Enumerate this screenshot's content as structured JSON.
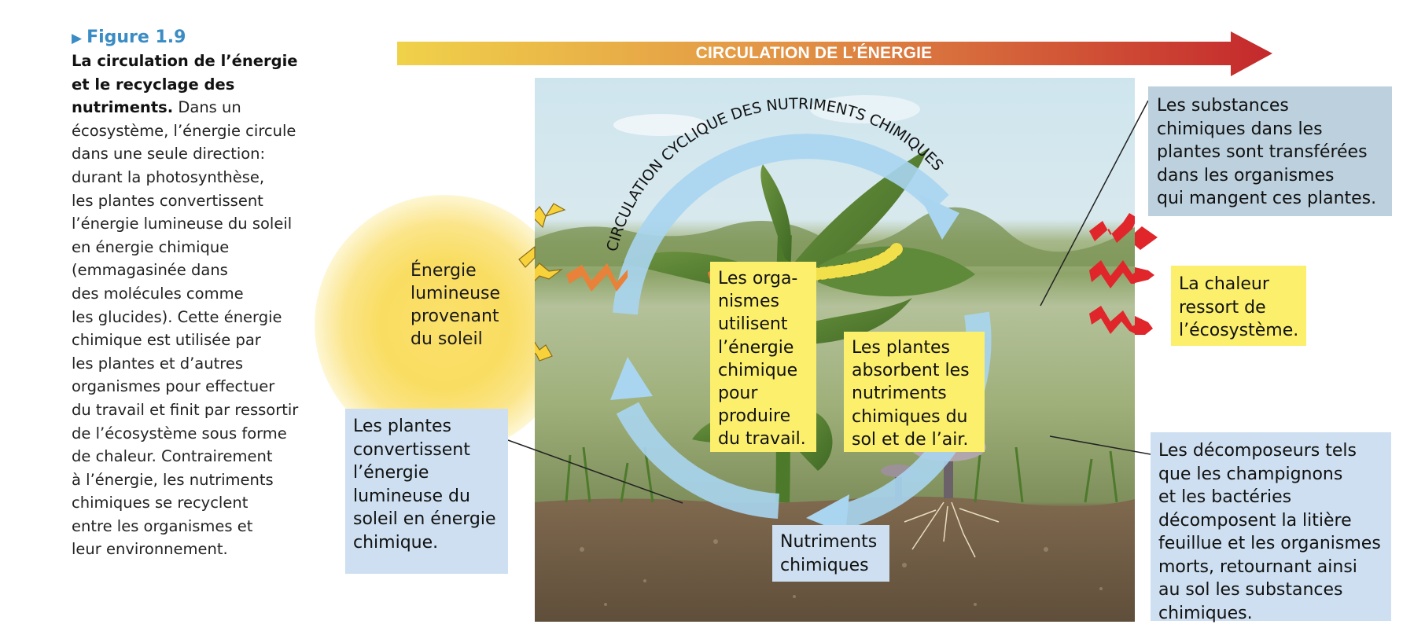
{
  "caption": {
    "figure_label": "Figure 1.9",
    "figure_marker_icon": "right-triangle-icon",
    "title_lines": [
      "La circulation de l’énergie",
      "et le recyclage des",
      "nutriments."
    ],
    "body_first": "Dans un",
    "body_lines": [
      "écosystème, l’énergie circule",
      "dans une seule direction:",
      "durant la photosynthèse,",
      "les plantes convertissent",
      "l’énergie lumineuse du soleil",
      "en énergie chimique",
      "(emmagasinée dans",
      "des molécules comme",
      "les glucides). Cette énergie",
      "chimique est utilisée par",
      "les plantes et d’autres",
      "organismes pour effectuer",
      "du travail et finit par ressortir",
      "de l’écosystème sous forme",
      "de chaleur. Contrairement",
      "à l’énergie, les nutriments",
      "chimiques se recyclent",
      "entre les organismes et",
      "leur environnement."
    ]
  },
  "energy_flow": {
    "label": "CIRCULATION DE L’ÉNERGIE",
    "gradient_start": "#f0d24a",
    "gradient_mid": "#e29245",
    "gradient_end": "#c4282c"
  },
  "nutrient_cycle": {
    "label": "CIRCULATION CYCLIQUE DES NUTRIMENTS CHIMIQUES",
    "arrow_color": "#a9d5f0"
  },
  "sun": {
    "lines": [
      "Énergie",
      "lumineuse",
      "provenant",
      "du soleil"
    ],
    "color": "#f9dd62"
  },
  "labels": {
    "substances": [
      "Les substances",
      "chimiques dans les",
      "plantes sont transférées",
      "dans les organismes",
      "qui mangent ces plantes."
    ],
    "chaleur": [
      "La chaleur",
      "ressort de",
      "l’écosystème."
    ],
    "decomposeurs": [
      "Les décomposeurs tels",
      "que les champignons",
      "et les bactéries",
      "décomposent la litière",
      "feuillue et les organismes",
      "morts, retournant ainsi",
      "au sol les substances",
      "chimiques."
    ],
    "plantes_convertissent": [
      "Les plantes",
      "convertissent",
      "l’énergie",
      "lumineuse du",
      "soleil en énergie",
      "chimique."
    ],
    "organismes": [
      "Les orga-",
      "nismes",
      "utilisent",
      "l’énergie",
      "chimique",
      "pour",
      "produire",
      "du travail."
    ],
    "plantes_absorbent": [
      "Les plantes",
      "absorbent les",
      "nutriments",
      "chimiques du",
      "sol et de l’air."
    ],
    "nutriments": [
      "Nutriments",
      "chimiques"
    ]
  },
  "colors": {
    "figure_blue": "#3a8cc4",
    "label_blue": "#cddff0",
    "label_steel": "#bcd0dd",
    "label_yellow": "#fbef6c",
    "light_arrow": "#f7d23a",
    "chemical_arrow": "#e8823a",
    "heat_arrow": "#e0262b"
  }
}
